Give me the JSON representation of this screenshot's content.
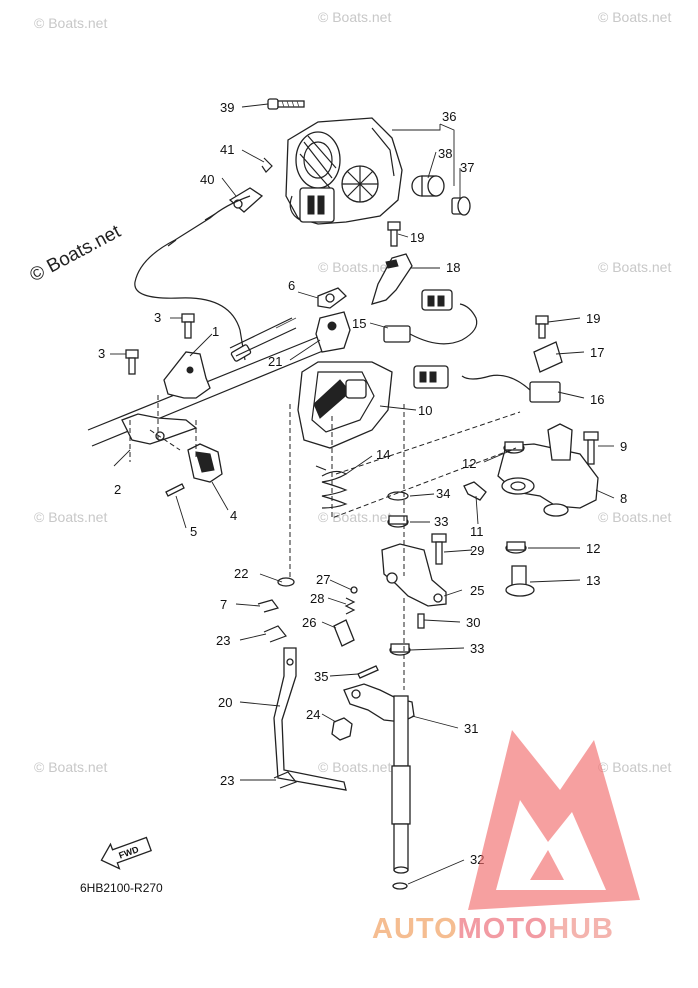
{
  "watermark": {
    "text": "© Boats.net",
    "main": "© Boats.net"
  },
  "diagram_code": "6HB2100-R270",
  "fwd_label": "FWD",
  "brand": {
    "part1": "AUTO",
    "part2": "MOTO",
    "part3": "HUB"
  },
  "callouts": {
    "c1": "1",
    "c2": "2",
    "c3a": "3",
    "c3b": "3",
    "c4": "4",
    "c5": "5",
    "c6": "6",
    "c7": "7",
    "c8": "8",
    "c9": "9",
    "c10": "10",
    "c11": "11",
    "c12a": "12",
    "c12b": "12",
    "c13": "13",
    "c14": "14",
    "c15": "15",
    "c16": "16",
    "c17": "17",
    "c18": "18",
    "c19a": "19",
    "c19b": "19",
    "c20": "20",
    "c21": "21",
    "c22": "22",
    "c23a": "23",
    "c23b": "23",
    "c24": "24",
    "c25": "25",
    "c26": "26",
    "c27": "27",
    "c28": "28",
    "c29": "29",
    "c30": "30",
    "c31": "31",
    "c32": "32",
    "c33a": "33",
    "c33b": "33",
    "c34": "34",
    "c35": "35",
    "c36": "36",
    "c37": "37",
    "c38": "38",
    "c39": "39",
    "c40": "40",
    "c41": "41"
  },
  "colors": {
    "logo_red": "#f26b6b",
    "logo_orange": "#f4a86a"
  }
}
